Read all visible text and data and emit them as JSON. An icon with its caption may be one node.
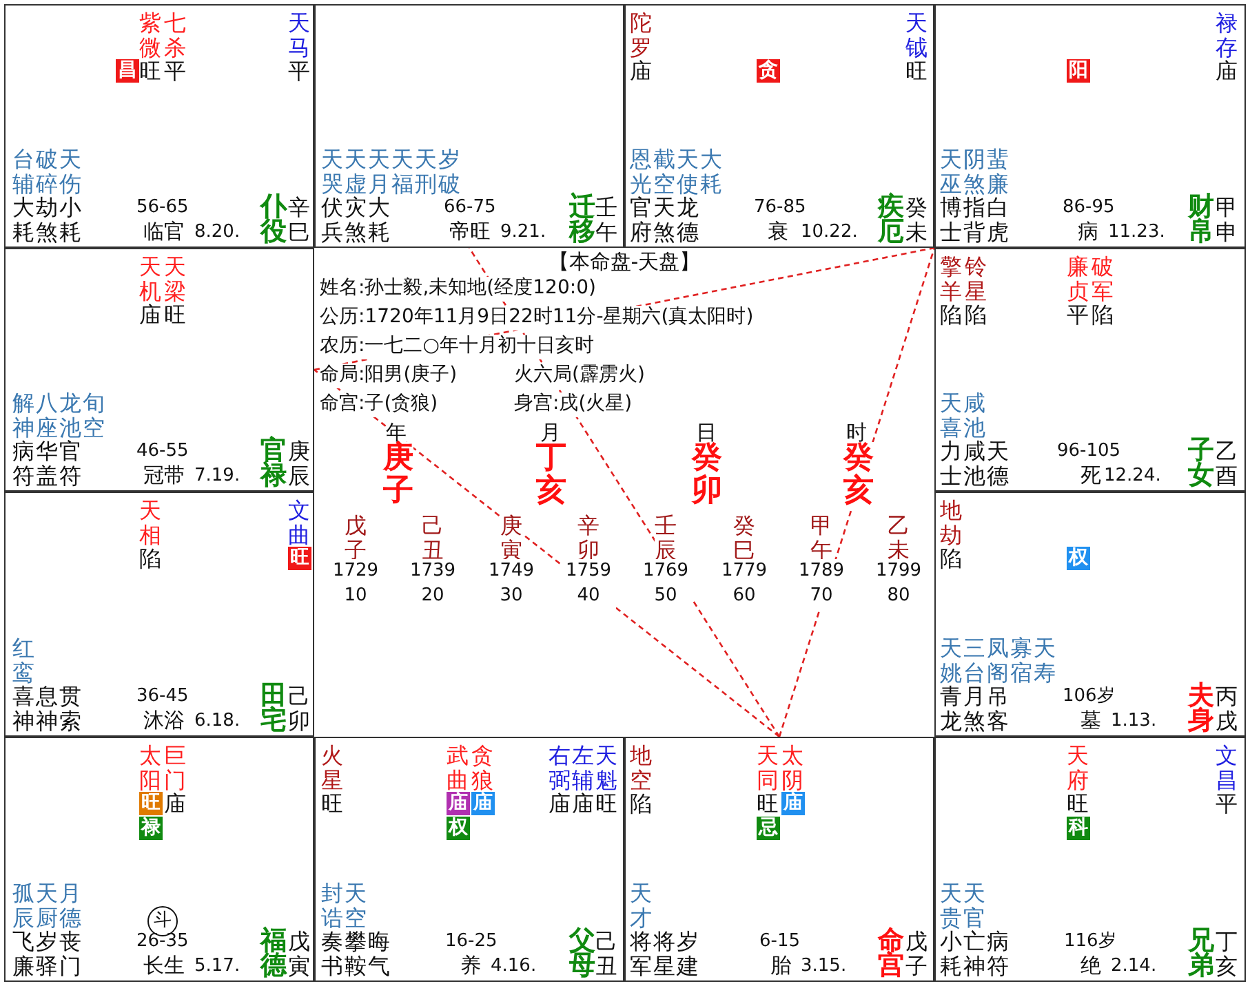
{
  "diagram": {
    "nodes": [
      {
        "text": [
          "紫微",
          "七杀",
          "天马",
          "昌",
          "旺",
          "平",
          "平",
          "台辅",
          "破碎",
          "天伤",
          "大耗",
          "劫煞",
          "小耗",
          "56-65",
          "临官",
          "8.20.",
          "仆役",
          "辛巳"
        ]
      },
      {
        "text": [
          "天哭",
          "天虚",
          "天月",
          "天福",
          "天刑",
          "岁破",
          "伏兵",
          "灾煞",
          "大耗",
          "66-75",
          "帝旺",
          "9.21.",
          "迁移",
          "壬午"
        ]
      },
      {
        "text": [
          "陀罗",
          "天钺",
          "庙",
          "贪",
          "旺",
          "恩光",
          "截空",
          "天使",
          "大耗",
          "官府",
          "天煞",
          "龙德",
          "76-85",
          "衰",
          "10.22.",
          "疾厄",
          "癸未"
        ]
      },
      {
        "text": [
          "禄存",
          "阳",
          "庙",
          "天巫",
          "阴煞",
          "蜚廉",
          "博士",
          "指背",
          "白虎",
          "86-95",
          "病",
          "11.23.",
          "财帛",
          "甲申"
        ]
      },
      {
        "text": [
          "天机",
          "天梁",
          "庙",
          "旺",
          "解神",
          "八座",
          "龙池",
          "旬空",
          "病符",
          "华盖",
          "官符",
          "46-55",
          "冠带",
          "7.19.",
          "官禄",
          "庚辰"
        ]
      },
      {
        "text": [
          "擎羊",
          "铃星",
          "廉贞",
          "破军",
          "陷",
          "陷",
          "平",
          "陷",
          "天喜",
          "咸池",
          "力士",
          "咸池",
          "天德",
          "96-105",
          "死",
          "12.24.",
          "子女",
          "乙酉"
        ]
      },
      {
        "text": [
          "天相",
          "文曲",
          "陷",
          "旺",
          "红鸾",
          "喜神",
          "息神",
          "贯索",
          "36-45",
          "沐浴",
          "6.18.",
          "田宅",
          "己卯"
        ]
      },
      {
        "text": [
          "地劫",
          "陷",
          "权",
          "天姚",
          "三台",
          "凤阁",
          "寡宿",
          "天寿",
          "青龙",
          "月煞",
          "吊客",
          "106岁",
          "墓",
          "1.13.",
          "夫身",
          "丙戌"
        ]
      },
      {
        "text": [
          "太阳",
          "巨门",
          "旺",
          "庙",
          "禄",
          "孤辰",
          "天厨",
          "月德",
          "斗",
          "飞廉",
          "岁驿",
          "丧门",
          "26-35",
          "长生",
          "5.17.",
          "福德",
          "戊寅"
        ]
      },
      {
        "text": [
          "火星",
          "武曲",
          "贪狼",
          "右弼",
          "左辅",
          "天魁",
          "旺",
          "庙",
          "庙",
          "庙",
          "庙",
          "旺",
          "权",
          "封诰",
          "天空",
          "奏书",
          "攀鞍",
          "晦气",
          "16-25",
          "养",
          "4.16.",
          "父母",
          "己丑"
        ]
      },
      {
        "text": [
          "地空",
          "天同",
          "太阴",
          "陷",
          "旺",
          "庙",
          "忌",
          "天才",
          "将军",
          "将星",
          "岁建",
          "6-15",
          "胎",
          "3.15.",
          "命宫",
          "戊子"
        ]
      },
      {
        "text": [
          "天府",
          "文昌",
          "旺",
          "平",
          "科",
          "天贵",
          "天官",
          "小耗",
          "亡神",
          "病符",
          "116岁",
          "绝",
          "2.14.",
          "兄弟",
          "丁亥"
        ]
      }
    ],
    "edges": [
      {
        "from": 10,
        "to": 1,
        "arrow": "none",
        "style": "dashed"
      },
      {
        "from": 10,
        "to": 3,
        "arrow": "none",
        "style": "dashed"
      },
      {
        "from": 10,
        "to": 4,
        "arrow": "none",
        "style": "dashed"
      },
      {
        "from": 4,
        "to": 3,
        "arrow": "none",
        "style": "dashed"
      }
    ],
    "labels": [
      "【本命盘-天盘】",
      "姓名:孙士毅,未知地(经度120:0)",
      "公历:1720年11月9日22时11分-星期六(真太阳时)",
      "农历:一七二○年十月初十日亥时",
      "命局:阳男(庚子)",
      "火六局(霹雳火)",
      "命宫:子(贪狼)",
      "身宫:戌(火星)",
      "年",
      "月",
      "日",
      "时",
      "庚子",
      "丁亥",
      "癸卯",
      "癸亥",
      "戊子",
      "己丑",
      "庚寅",
      "辛卯",
      "壬辰",
      "癸巳",
      "甲午",
      "乙未",
      "1729",
      "1739",
      "1749",
      "1759",
      "1769",
      "1779",
      "1789",
      "1799",
      "10",
      "20",
      "30",
      "40",
      "50",
      "60",
      "70",
      "80"
    ]
  }
}
